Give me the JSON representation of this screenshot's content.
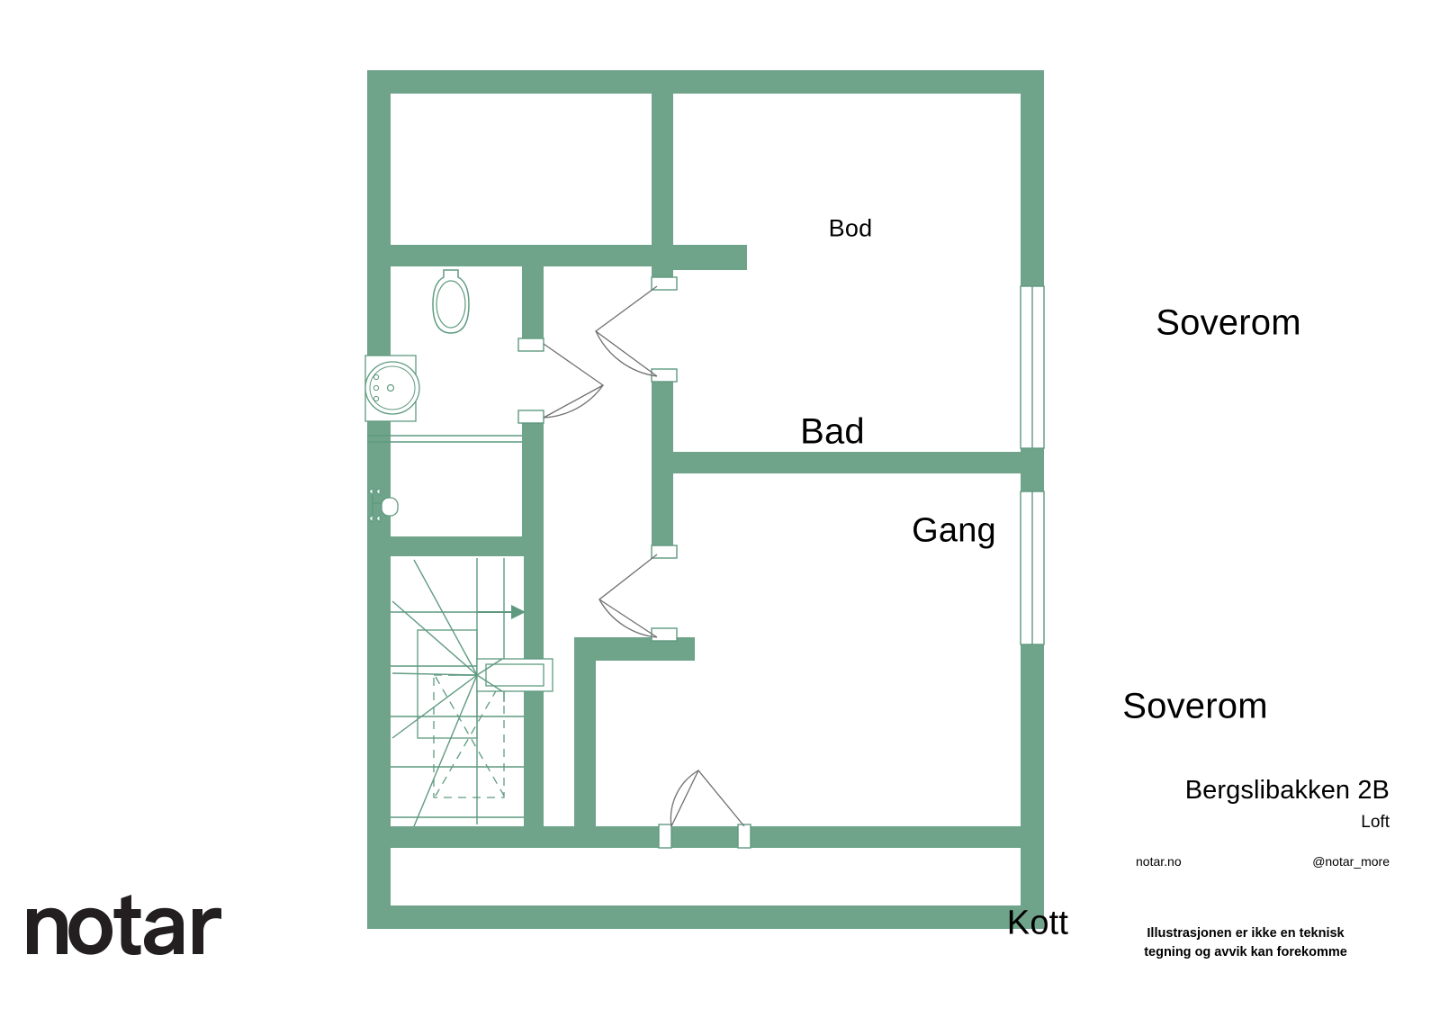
{
  "document": {
    "type": "floor-plan",
    "background_color": "#ffffff"
  },
  "plan": {
    "wall_color": "#6fa38a",
    "line_color": "#5f9a80",
    "fill_color": "#ffffff",
    "rooms": [
      {
        "id": "bod",
        "label": "Bod"
      },
      {
        "id": "bad",
        "label": "Bad"
      },
      {
        "id": "gang",
        "label": "Gang"
      },
      {
        "id": "soverom1",
        "label": "Soverom"
      },
      {
        "id": "soverom2",
        "label": "Soverom"
      },
      {
        "id": "kott",
        "label": "Kott"
      }
    ],
    "fixtures": [
      {
        "id": "toilet",
        "name": "toilet-fixture"
      },
      {
        "id": "sink",
        "name": "sink-fixture"
      },
      {
        "id": "shower",
        "name": "shower-fixture"
      },
      {
        "id": "stairs",
        "name": "staircase",
        "direction": "up"
      }
    ],
    "windows_count": 2,
    "doors_count": 4
  },
  "info": {
    "address": "Bergslibakken 2B",
    "floor": "Loft",
    "website": "notar.no",
    "social": "@notar_more",
    "disclaimer_line1": "Illustrasjonen er ikke en teknisk",
    "disclaimer_line2": "tegning og avvik kan forekomme"
  },
  "logo": {
    "text": "notar",
    "color": "#231f20"
  }
}
